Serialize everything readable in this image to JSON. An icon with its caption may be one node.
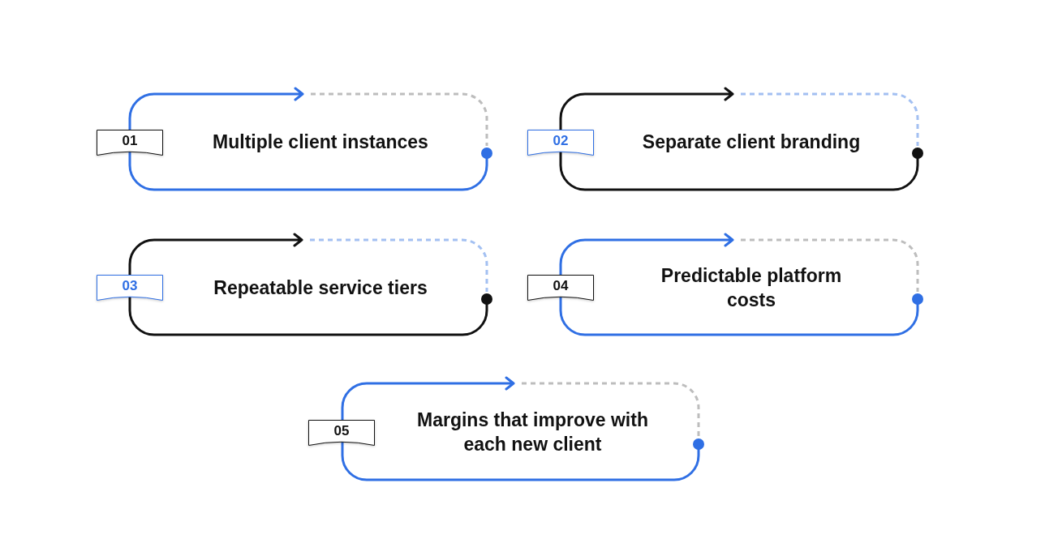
{
  "diagram": {
    "nodes": [
      {
        "text": [
          "01"
        ]
      },
      {
        "text": [
          "Multiple client instances"
        ]
      },
      {
        "text": [
          "02"
        ]
      },
      {
        "text": [
          "Separate client branding"
        ]
      },
      {
        "text": [
          "03"
        ]
      },
      {
        "text": [
          "Repeatable service tiers"
        ]
      },
      {
        "text": [
          "04"
        ]
      },
      {
        "text": [
          "Predictable platform costs"
        ]
      },
      {
        "text": [
          "05"
        ]
      },
      {
        "text": [
          "Margins that improve with each new client"
        ]
      }
    ]
  }
}
